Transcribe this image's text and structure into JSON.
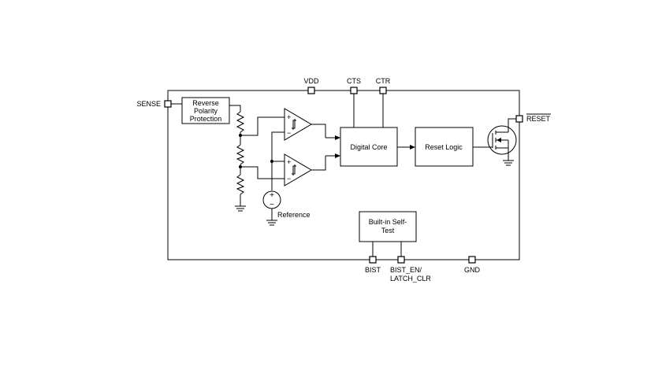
{
  "pins": {
    "sense": "SENSE",
    "vdd": "VDD",
    "cts": "CTS",
    "ctr": "CTR",
    "reset": "RESET",
    "bist": "BIST",
    "bist_en_line1": "BIST_EN/",
    "bist_en_line2": "LATCH_CLR",
    "gnd": "GND"
  },
  "blocks": {
    "reverse_polarity": [
      "Reverse",
      "Polarity",
      "Protection"
    ],
    "digital_core": "Digital Core",
    "reset_logic": "Reset Logic",
    "bist": [
      "Built-in Self-",
      "Test"
    ]
  },
  "labels": {
    "reference": "Reference",
    "plus": "+",
    "minus": "−"
  }
}
